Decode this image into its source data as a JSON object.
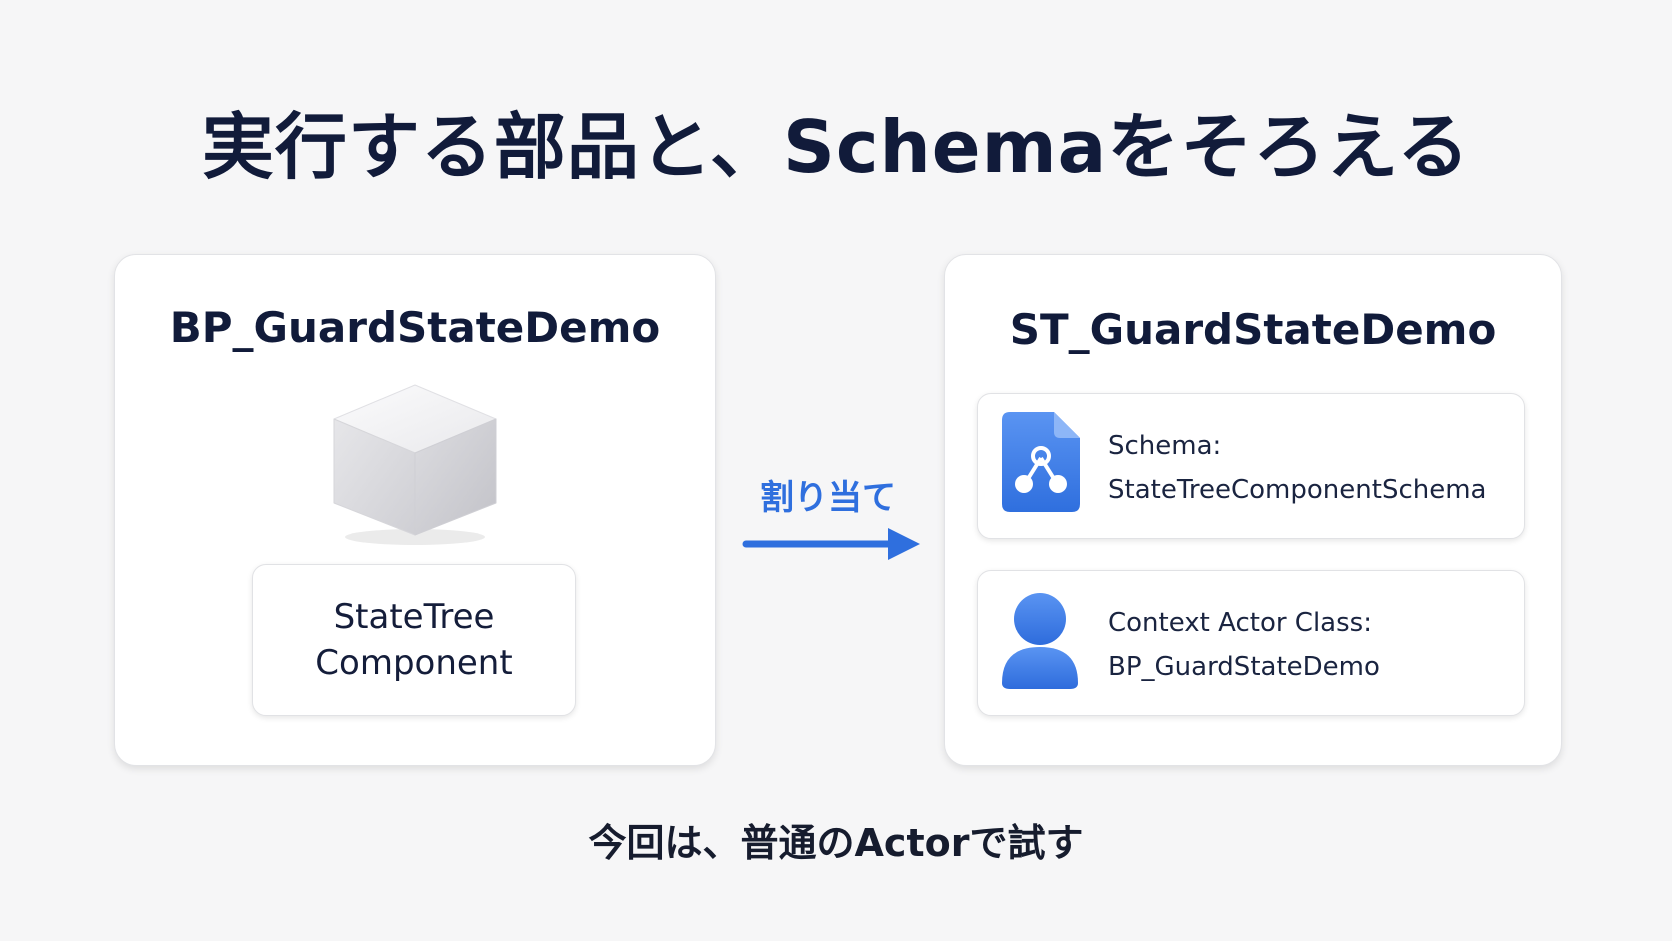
{
  "title": "実行する部品と、Schemaをそろえる",
  "left_panel": {
    "title": "BP_GuardStateDemo",
    "cube_icon": "cube-icon",
    "component_label_line1": "StateTree",
    "component_label_line2": "Component"
  },
  "connector": {
    "label": "割り当て",
    "arrow_icon": "right-arrow-icon",
    "color": "#2f6fde"
  },
  "right_panel": {
    "title": "ST_GuardStateDemo",
    "schema_card": {
      "icon": "schema-document-icon",
      "label": "Schema:",
      "value": "StateTreeComponentSchema"
    },
    "actor_card": {
      "icon": "person-icon",
      "label": "Context Actor Class:",
      "value": "BP_GuardStateDemo"
    }
  },
  "footer": "今回は、普通のActorで試す",
  "colors": {
    "accent_blue": "#2f6fde",
    "text_navy": "#111b3a",
    "background": "#f6f6f7"
  }
}
